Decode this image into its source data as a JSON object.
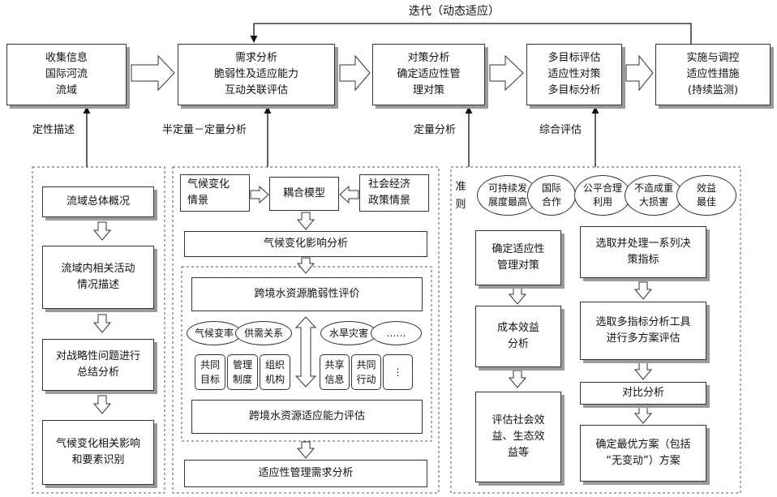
{
  "top_boxes": {
    "collect": "收集信息\n国际河流\n流域",
    "demand": "需求分析\n脆弱性及适应能力\n互动关联评估",
    "strategy": "对策分析\n确定适应性管\n理对策",
    "evaluation": "多目标评估\n适应性对策\n多目标分析",
    "implement": "实施与调控\n适应性措施\n(持续监测)"
  },
  "iteration_label": "迭代（动态适应）",
  "arrow_labels": {
    "qualitative": "定性描述",
    "semi_quantitative": "半定量－定量分析",
    "quantitative": "定量分析",
    "comprehensive": "综合评估"
  },
  "left_column": [
    "流域总体概况",
    "流域内相关活动\n情况描述",
    "对战略性问题进行\n总结分析",
    "气候变化相关影响\n和要素识别"
  ],
  "middle_column": {
    "climate_scenario": "气候变化\n情景",
    "coupling_model": "耦合模型",
    "socio_scenario": "社会经济\n政策情景",
    "impact_analysis": "气候变化影响分析",
    "vulnerability": "跨境水资源脆弱性评价",
    "ellipses": [
      "气候变率",
      "供需关系",
      "水旱灾害",
      "……"
    ],
    "capacity_items": [
      "共同\n目标",
      "管理\n制度",
      "组织\n机构",
      "共享\n信息",
      "共同\n行动",
      "⋮"
    ],
    "adaptive_capacity": "跨境水资源适应能力评估",
    "demand_analysis": "适应性管理需求分析"
  },
  "right_column": {
    "criteria_label": "准\n则",
    "criteria": [
      "可持续发\n展度最高",
      "国际\n合作",
      "公平合理\n利用",
      "不造成重\n大损害",
      "效益\n最佳"
    ],
    "left_steps": [
      "确定适应性\n管理对策",
      "成本效益\n分析",
      "评估社会效\n益、生态效\n益等"
    ],
    "right_steps": [
      "选取并处理一系列决\n策指标",
      "选取多指标分析工具\n进行多方案评估",
      "对比分析",
      "确定最优方案（包括\n“无变动”）方案"
    ]
  }
}
